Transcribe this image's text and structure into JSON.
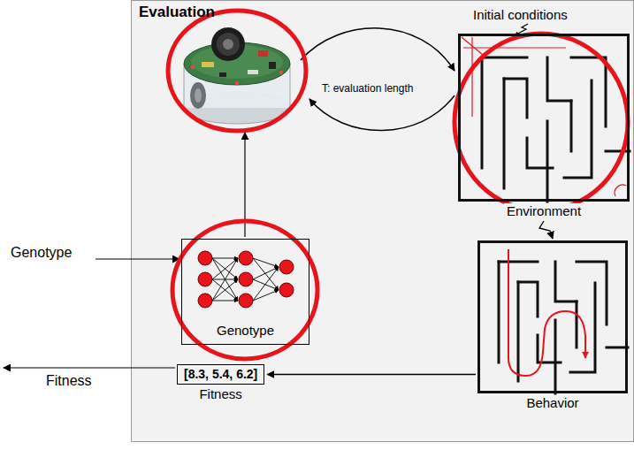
{
  "diagram": {
    "nodes": [
      {
        "text": [
          "Evaluation"
        ]
      },
      {
        "text": [
          "Genotype"
        ],
        "in": 0
      },
      {
        "text": [
          "Environment"
        ],
        "in": 0
      },
      {
        "text": [
          "Behavior"
        ],
        "in": 0
      },
      {
        "text": [
          "[8.3, 5.4, 6.2]",
          "Fitness"
        ],
        "in": 0
      }
    ],
    "edges": [
      {
        "from": 2,
        "to": 3,
        "arrow": "to"
      },
      {
        "from": 3,
        "to": 4,
        "arrow": "to"
      }
    ],
    "labels": [
      "Genotype",
      "Fitness",
      "T: evaluation length",
      "Initial conditions"
    ]
  }
}
